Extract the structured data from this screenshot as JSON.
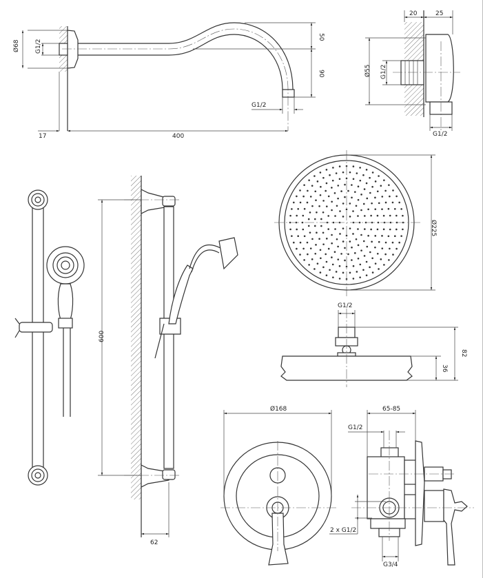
{
  "colors": {
    "line": "#333333",
    "background": "#ffffff"
  },
  "shower_arm": {
    "diameter": "Ø68",
    "thread_wall": "G1/2",
    "thread_outlet": "G1/2",
    "wall_offset": "17",
    "length": "400",
    "rise": "50",
    "drop": "90"
  },
  "wall_elbow": {
    "depth_wall": "20",
    "depth_body": "25",
    "diameter": "Ø55",
    "thread_wall": "G1/2",
    "thread_outlet": "G1/2"
  },
  "slide_rail": {
    "height": "600",
    "projection": "62"
  },
  "overhead_shower": {
    "diameter": "Ø225",
    "thread": "G1/2",
    "height_total": "82",
    "height_head": "36"
  },
  "mixer": {
    "plate_diameter": "Ø168",
    "install_depth": "65-85",
    "thread_top": "G1/2",
    "thread_sides": "2 x G1/2",
    "thread_bottom": "G3/4"
  }
}
